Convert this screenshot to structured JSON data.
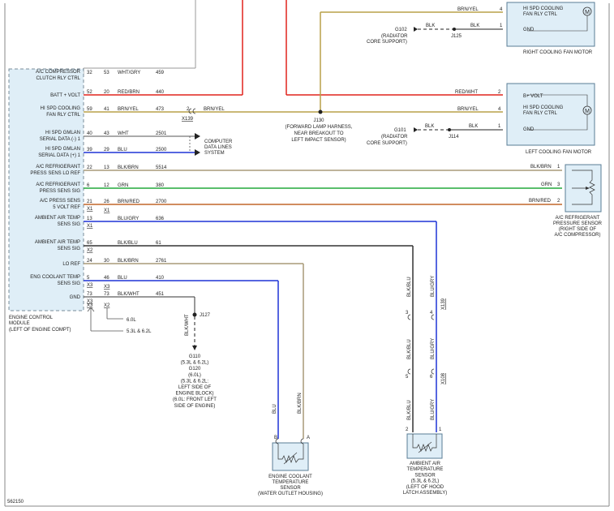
{
  "figure_id": "562150",
  "ecm": {
    "title_lines": [
      "ENGINE CONTROL",
      "MODULE",
      "(LEFT OF ENGINE COMPT)"
    ],
    "pins": [
      {
        "label": [
          "A/C COMPRESSOR",
          "CLUTCH RLY CTRL"
        ],
        "pin_a": "32",
        "pin_b": "53",
        "color": "WHT/GRY",
        "circuit": "459",
        "connector": ""
      },
      {
        "label": [
          "BATT + VOLT"
        ],
        "pin_a": "52",
        "pin_b": "20",
        "color": "RED/BRN",
        "circuit": "440",
        "connector": ""
      },
      {
        "label": [
          "HI SPD COOLING",
          "FAN RLY CTRL"
        ],
        "pin_a": "59",
        "pin_b": "41",
        "color": "BRN/YEL",
        "circuit": "473",
        "connector": ""
      },
      {
        "label": [
          "HI SPD GMLAN",
          "SERIAL DATA (-) 1"
        ],
        "pin_a": "40",
        "pin_b": "43",
        "color": "WHT",
        "circuit": "2501",
        "connector": ""
      },
      {
        "label": [
          "HI SPD GMLAN",
          "SERIAL DATA (+) 1"
        ],
        "pin_a": "39",
        "pin_b": "29",
        "color": "BLU",
        "circuit": "2500",
        "connector": ""
      },
      {
        "label": [
          "A/C REFRIGERANT",
          "PRESS SENS LO REF"
        ],
        "pin_a": "22",
        "pin_b": "13",
        "color": "BLK/BRN",
        "circuit": "5514",
        "connector": ""
      },
      {
        "label": [
          "A/C REFRIGERANT",
          "PRESS SENS SIG"
        ],
        "pin_a": "6",
        "pin_b": "12",
        "color": "GRN",
        "circuit": "380",
        "connector": ""
      },
      {
        "label": [
          "A/C PRESS SENS",
          "5 VOLT REF"
        ],
        "pin_a": "21",
        "pin_b": "26",
        "color": "BRN/RED",
        "circuit": "2700",
        "connector": "X1"
      },
      {
        "label": [
          "AMBIENT AIR TEMP",
          "SENS SIG"
        ],
        "pin_a": "13",
        "pin_b": "",
        "color": "BLU/GRY",
        "circuit": "636",
        "connector": "X1"
      },
      {
        "label": [
          "AMBIENT AIR TEMP",
          "SENS SIG"
        ],
        "pin_a": "65",
        "pin_b": "",
        "color": "BLK/BLU",
        "circuit": "61",
        "connector": "X2"
      },
      {
        "label": [
          "LO REF"
        ],
        "pin_a": "24",
        "pin_b": "30",
        "color": "BLK/BRN",
        "circuit": "2761",
        "connector": ""
      },
      {
        "label": [
          "ENG COOLANT TEMP",
          "SENS SIG"
        ],
        "pin_a": "5",
        "pin_b": "46",
        "color": "BLU",
        "circuit": "410",
        "connector": "X3"
      },
      {
        "label": [
          "GND"
        ],
        "pin_a": "73",
        "pin_b": "73",
        "color": "BLK/WHT",
        "circuit": "451",
        "connector": "X3"
      }
    ],
    "conn_x1": "X1",
    "conn_x2": "X2",
    "conn_x3": "X3",
    "engine_60": "6.0L",
    "engine_5362": "5.3L & 6.2L"
  },
  "right_fan": {
    "title": "RIGHT COOLING FAN MOTOR",
    "labels": [
      "HI SPD COOLING",
      "FAN RLY CTRL",
      "GND"
    ],
    "pin4": "4",
    "pin1": "1",
    "wire_top": "BRN/YEL",
    "wire_gnd": "BLK",
    "ground_wire": "BLK",
    "ground": [
      "G102",
      "(RADIATOR",
      "CORE SUPPORT)"
    ],
    "splice": "J125"
  },
  "left_fan": {
    "title": "LEFT COOLING FAN MOTOR",
    "labels": [
      "B+ VOLT",
      "HI SPD COOLING",
      "FAN RLY CTRL",
      "GND"
    ],
    "pin2": "2",
    "pin4": "4",
    "pin1": "1",
    "wire_bplus": "RED/WHT",
    "wire_hs": "BRN/YEL",
    "wire_gnd": "BLK",
    "ground_wire": "BLK",
    "ground": [
      "G101",
      "(RADIATOR",
      "CORE SUPPORT)"
    ],
    "splice": "J114"
  },
  "j130": {
    "lines": [
      "J130",
      "(FORWARD LAMP HARNESS,",
      "NEAR BREAKOUT TO",
      "LEFT IMPACT SENSOR)"
    ],
    "inline_conn": "X139",
    "inline_pin": "2",
    "inline_wire": "BRN/YEL"
  },
  "data_lines": [
    "COMPUTER",
    "DATA LINES",
    "SYSTEM"
  ],
  "ac_sensor": {
    "title": [
      "A/C REFRIGERANT",
      "PRESSURE SENSOR",
      "(RIGHT SIDE OF",
      "A/C COMPRESSOR)"
    ],
    "pins": [
      "1",
      "3",
      "2"
    ],
    "wires": [
      "BLK/BRN",
      "GRN",
      "BRN/RED"
    ]
  },
  "ground_block": {
    "splice": "J127",
    "wire": "BLK/WHT",
    "lines": [
      "G110",
      "(5.3L & 6.2L)",
      "G120",
      "(6.0L)",
      "(5.3L & 6.2L:",
      "LEFT SIDE OF",
      "ENGINE BLOCK)",
      "(6.0L: FRONT LEFT",
      "SIDE OF ENGINE)"
    ]
  },
  "ect_sensor": {
    "title": [
      "ENGINE COOLANT",
      "TEMPERATURE",
      "SENSOR",
      "(WATER OUTLET HOUSING)"
    ],
    "pin_b": "B",
    "pin_a": "A",
    "wire_b": "BLU",
    "wire_a": "BLK/BRN"
  },
  "aat_sensor": {
    "title": [
      "AMBIENT AIR",
      "TEMPERATURE",
      "SENSOR",
      "(5.3L & 6.2L)",
      "(LEFT OF HOOD",
      "LATCH ASSEMBLY)"
    ],
    "pin2": "2",
    "pin1": "1",
    "wire_left": "BLK/BLU",
    "wire_right": "BLU/GRY",
    "conn1": "X139",
    "conn1_pins": [
      "3",
      "4"
    ],
    "conn2": "X108",
    "conn2_pins": [
      "5",
      "6"
    ]
  },
  "colors": {
    "red": "#e0231c",
    "brn_yel": "#b8a048",
    "blue": "#1f33d6",
    "green": "#22a83c",
    "brn_red": "#c2672a",
    "olive": "#a89a78",
    "black": "#222222",
    "gray": "#999999",
    "box_fill": "#dfeef7",
    "box_border": "#5a7c96"
  }
}
